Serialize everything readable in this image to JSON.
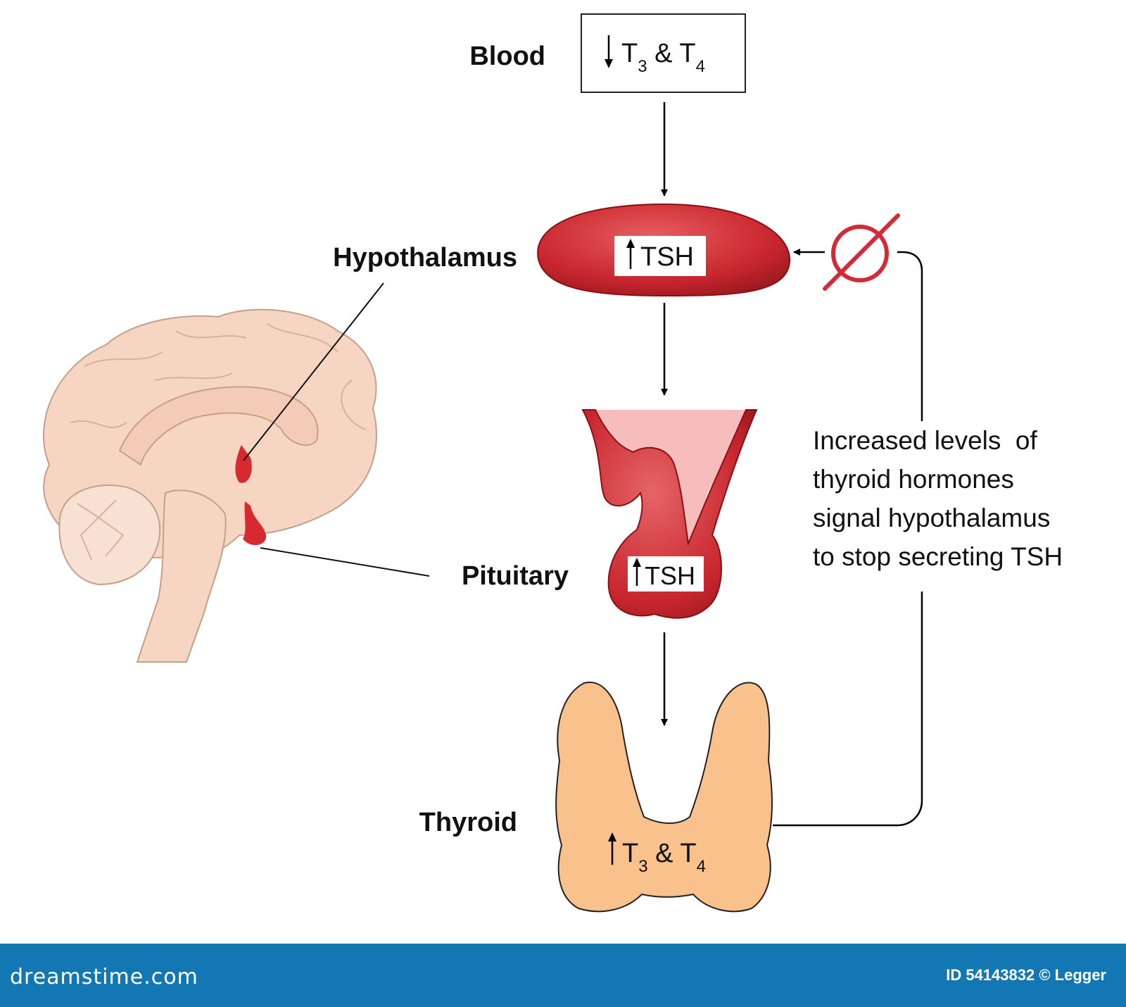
{
  "labels": {
    "blood": "Blood",
    "hypothalamus": "Hypothalamus",
    "pituitary": "Pituitary",
    "thyroid": "Thyroid"
  },
  "boxes": {
    "blood_hormones": {
      "t3": "T",
      "t3_sub": "3",
      "amp": " & ",
      "t4": "T",
      "t4_sub": "4"
    },
    "hypothalamus_hormone": "TSH",
    "pituitary_hormone": "TSH",
    "thyroid_hormones": {
      "t3": "T",
      "t3_sub": "3",
      "amp": " & ",
      "t4": "T",
      "t4_sub": "4"
    }
  },
  "feedback_text": [
    "Increased levels  of",
    "thyroid hormones",
    "signal hypothalamus",
    "to stop secreting TSH"
  ],
  "footer": {
    "logo": "dreamstime.com",
    "credit": "ID 54143832 © Legger"
  },
  "colors": {
    "gland_red": "#c8262e",
    "gland_red_dark": "#9e1a20",
    "thyroid_fill": "#f9c18b",
    "brain_fill": "#f6d5c2",
    "inhibit": "#d42a36",
    "footer_bg": "#1377b3"
  }
}
